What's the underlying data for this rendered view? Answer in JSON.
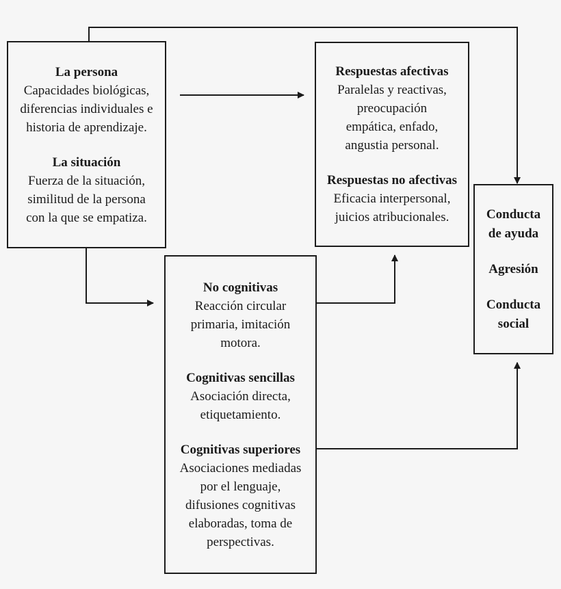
{
  "person_box": {
    "sections": [
      {
        "heading": "La persona",
        "lines": [
          "Capacidades biológicas,",
          "diferencias individuales e",
          "historia de aprendizaje."
        ]
      },
      {
        "heading": "La situación",
        "lines": [
          "Fuerza de la situación,",
          "similitud de la persona",
          "con la que se empatiza."
        ]
      }
    ]
  },
  "responses_box": {
    "sections": [
      {
        "heading": "Respuestas afectivas",
        "lines": [
          "Paralelas y reactivas,",
          "preocupación",
          "empática, enfado,",
          "angustia personal."
        ]
      },
      {
        "heading": "Respuestas no afectivas",
        "lines": [
          "Eficacia interpersonal,",
          "juicios atribucionales."
        ]
      }
    ]
  },
  "processes_box": {
    "sections": [
      {
        "heading": "No cognitivas",
        "lines": [
          "Reacción circular",
          "primaria, imitación",
          "motora."
        ]
      },
      {
        "heading": "Cognitivas sencillas",
        "lines": [
          "Asociación directa,",
          "etiquetamiento."
        ]
      },
      {
        "heading": "Cognitivas superiores",
        "lines": [
          "Asociaciones mediadas",
          "por el lenguaje,",
          "difusiones cognitivas",
          "elaboradas, toma de",
          "perspectivas."
        ]
      }
    ]
  },
  "outcomes_box": {
    "items": [
      {
        "lines": [
          "Conducta",
          "de ayuda"
        ]
      },
      {
        "lines": [
          "Agresión"
        ]
      },
      {
        "lines": [
          "Conducta",
          "social"
        ]
      }
    ]
  },
  "colors": {
    "line": "#1b1b1b",
    "background": "#f6f6f6"
  }
}
